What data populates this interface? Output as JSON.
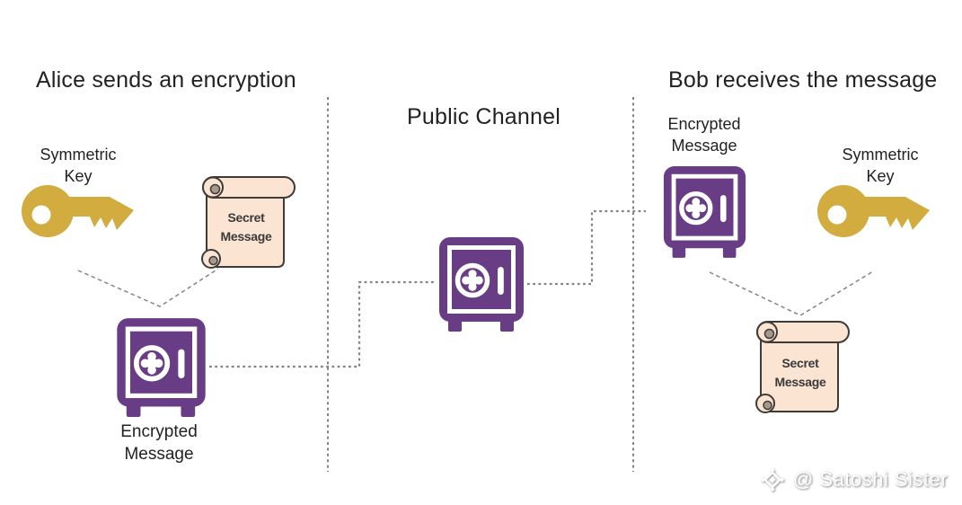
{
  "colors": {
    "safe_purple": "#693d86",
    "key_gold": "#d2ac3e",
    "scroll_fill": "#fbe4d2",
    "scroll_stroke": "#3f3b38",
    "scroll_curl": "#a59a8e",
    "dash_gray": "#848484",
    "text_dark": "#222222",
    "watermark_white": "#ffffff"
  },
  "alice_section": {
    "title": "Alice sends an encryption",
    "key_label": "Symmetric Key",
    "key_icon": "key-icon",
    "scroll_text": "Secret Message",
    "scroll_icon": "scroll-icon",
    "safe_icon": "safe-icon",
    "safe_label": "Encrypted Message"
  },
  "channel_section": {
    "title": "Public Channel",
    "safe_icon": "safe-icon"
  },
  "bob_section": {
    "title": "Bob receives the message",
    "safe_label": "Encrypted Message",
    "safe_icon": "safe-icon",
    "key_label": "Symmetric Key",
    "key_icon": "key-icon",
    "scroll_text": "Secret Message",
    "scroll_icon": "scroll-icon"
  },
  "watermark": {
    "icon": "diamond-logo-icon",
    "text": "@ Satoshi Sister"
  }
}
